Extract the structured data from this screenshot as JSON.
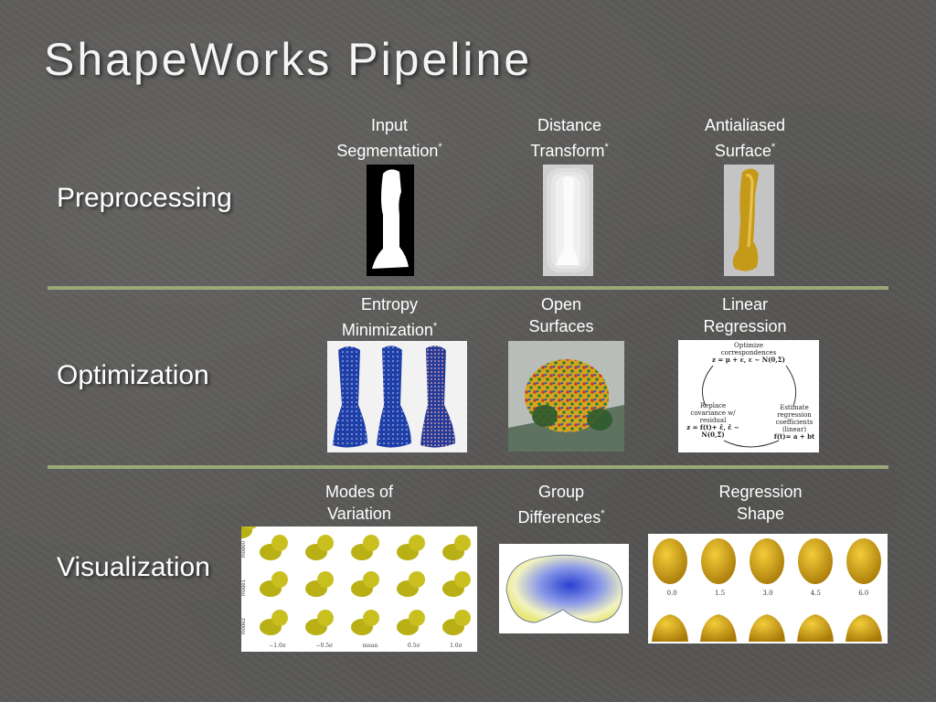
{
  "title": "ShapeWorks Pipeline",
  "rows": {
    "preprocessing": {
      "label": "Preprocessing",
      "steps": [
        {
          "line1": "Input",
          "line2": "Segmentation",
          "mark": "*"
        },
        {
          "line1": "Distance",
          "line2": "Transform",
          "mark": "*"
        },
        {
          "line1": "Antialiased",
          "line2": "Surface",
          "mark": "*"
        }
      ]
    },
    "optimization": {
      "label": "Optimization",
      "steps": [
        {
          "line1": "Entropy",
          "line2": "Minimization",
          "mark": "*"
        },
        {
          "line1": "Open",
          "line2": "Surfaces",
          "mark": ""
        },
        {
          "line1": "Linear",
          "line2": "Regression",
          "mark": ""
        }
      ],
      "regression_diagram": {
        "top": [
          "Optimize",
          "correspondences"
        ],
        "top_eq": "z = μ + ε, ε ~ N(0,Σ)",
        "left": [
          "Replace",
          "covariance w/",
          "residual"
        ],
        "left_eq": "z = f(t)+ ε̂, ε̂ ~ N(0,Σ̂)",
        "right": [
          "Estimate",
          "regression",
          "coefficients",
          "(linear)"
        ],
        "right_eq": "f(t)= a + bt"
      }
    },
    "visualization": {
      "label": "Visualization",
      "steps": [
        {
          "line1": "Modes of",
          "line2": "Variation",
          "mark": ""
        },
        {
          "line1": "Group",
          "line2": "Differences",
          "mark": "*"
        },
        {
          "line1": "Regression",
          "line2": "Shape",
          "mark": ""
        }
      ],
      "modes_row_labels": [
        "mode0",
        "mode1",
        "mode2"
      ],
      "modes_col_labels": [
        "−1.0σ",
        "−0.5σ",
        "mean",
        "0.5σ",
        "1.0σ"
      ],
      "regression_ticks": [
        "0.0",
        "1.5",
        "3.0",
        "4.5",
        "6.0"
      ]
    }
  },
  "colors": {
    "background": "#5b5a58",
    "divider": "#9aa878",
    "bone_gold": "#c9a21e",
    "entropy_blue": "#1f3fa8"
  }
}
